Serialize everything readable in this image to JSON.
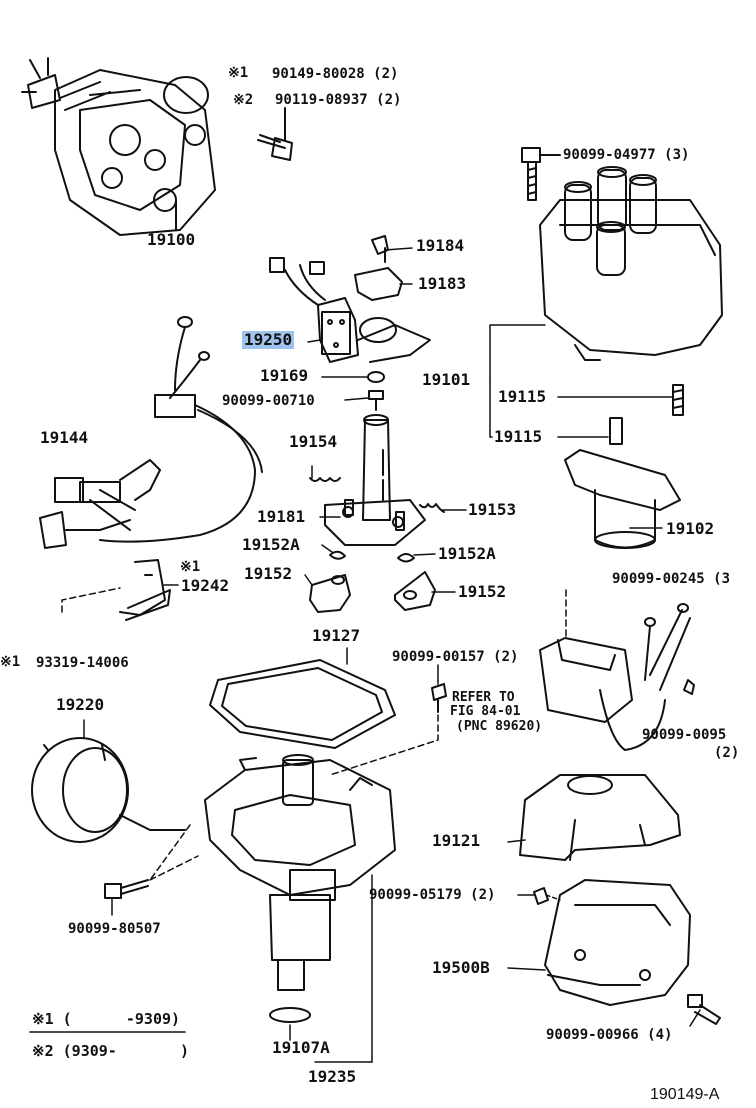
{
  "diagram": {
    "figure_id": "190149-A",
    "note_refs": [
      {
        "mark": "※1",
        "part_no": "90149-80028 (2)"
      },
      {
        "mark": "※2",
        "part_no": "90119-08937 (2)"
      }
    ],
    "parts": {
      "p19100": "19100",
      "p19184": "19184",
      "p19183": "19183",
      "p19250": "19250",
      "p19169": "19169",
      "p90099_00710": "90099-00710",
      "p19101": "19101",
      "p19115a": "19115",
      "p19115b": "19115",
      "p90099_04977": "90099-04977 (3)",
      "p19144": "19144",
      "p19154": "19154",
      "p19181": "19181",
      "p19153": "19153",
      "p19102": "19102",
      "p19152A_left": "19152A",
      "p19152A_right": "19152A",
      "p19152_left": "19152",
      "p19152_right": "19152",
      "p19242_mark": "※1",
      "p19242": "19242",
      "p90099_00245": "90099-00245 (3",
      "p93319": "93319-14006",
      "p93319_mark": "※1",
      "p19127": "19127",
      "p90099_00157": "90099-00157 (2)",
      "p19220": "19220",
      "p90099_0095x": "90099-0095",
      "p90099_0095x_qty": "(2)",
      "p19121": "19121",
      "p90099_05179": "90099-05179 (2)",
      "p90099_80507": "90099-80507",
      "p19500B": "19500B",
      "p90099_00966": "90099-00966 (4)",
      "p19107A": "19107A",
      "p19235": "19235"
    },
    "refer_note": {
      "line1": "REFER TO",
      "line2": "FIG 84-01",
      "line3": "(PNC 89620)"
    },
    "legend": [
      {
        "mark": "※1",
        "range": "(      -9309)"
      },
      {
        "mark": "※2",
        "range": "(9309-       )"
      }
    ],
    "highlight_color": "#9ec3ec",
    "line_color": "#111111"
  }
}
